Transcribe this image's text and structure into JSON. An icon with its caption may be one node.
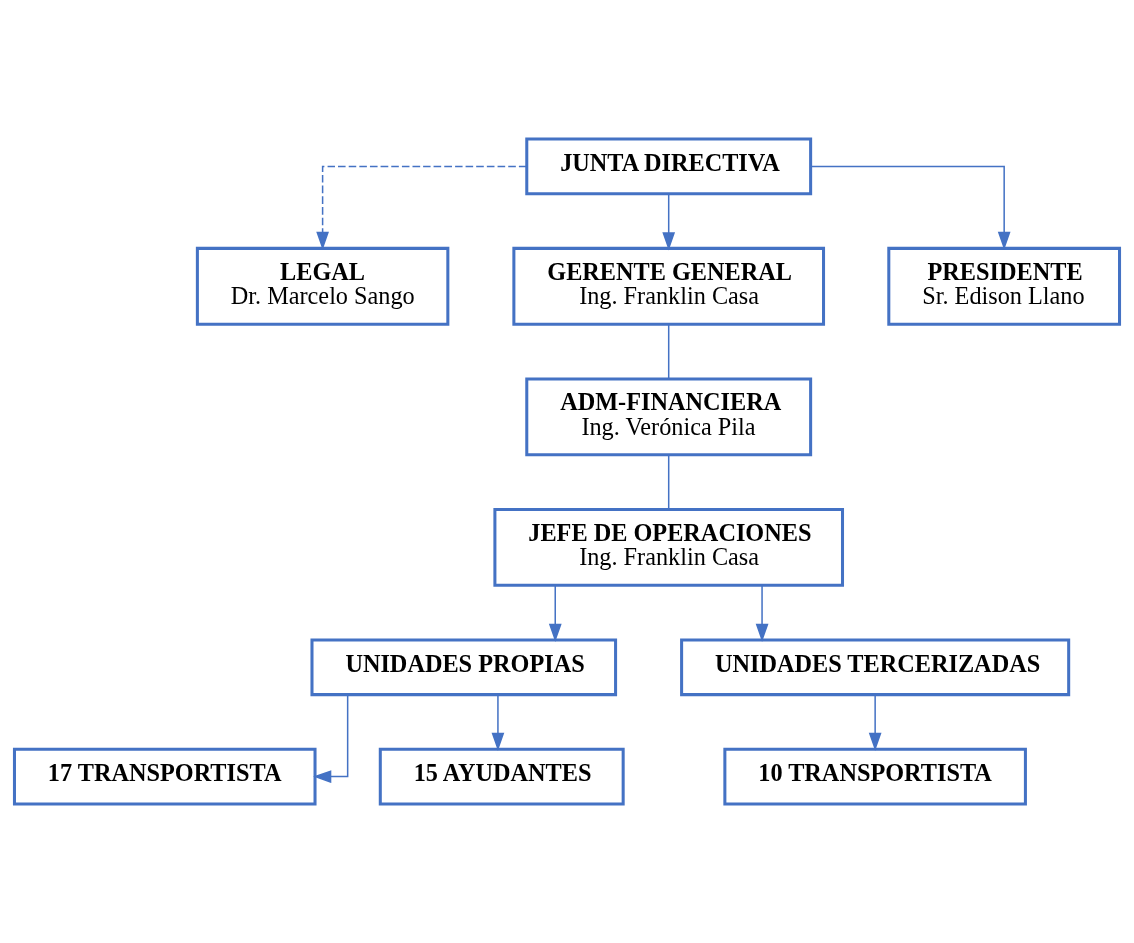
{
  "diagram": {
    "nodes": [
      {
        "text": [
          "JUNTA DIRECTIVA"
        ]
      },
      {
        "text": [
          "LEGAL",
          "Dr. Marcelo Sango"
        ]
      },
      {
        "text": [
          "GERENTE GENERAL",
          "Ing. Franklin Casa"
        ]
      },
      {
        "text": [
          "PRESIDENTE",
          "Sr. Edison Llano"
        ]
      },
      {
        "text": [
          "ADM-FINANCIERA",
          "Ing. Verónica Pila"
        ]
      },
      {
        "text": [
          "JEFE DE OPERACIONES",
          "Ing. Franklin Casa"
        ]
      },
      {
        "text": [
          "UNIDADES PROPIAS"
        ]
      },
      {
        "text": [
          "UNIDADES TERCERIZADAS"
        ]
      },
      {
        "text": [
          "17 TRANSPORTISTA"
        ]
      },
      {
        "text": [
          "15 AYUDANTES"
        ]
      },
      {
        "text": [
          "10 TRANSPORTISTA"
        ]
      }
    ],
    "edges": [
      {
        "from": 0,
        "to": 1,
        "arrow": "to",
        "style": "dashed"
      },
      {
        "from": 0,
        "to": 2,
        "arrow": "to"
      },
      {
        "from": 0,
        "to": 3,
        "arrow": "to"
      },
      {
        "from": 2,
        "to": 4,
        "arrow": "none"
      },
      {
        "from": 4,
        "to": 5,
        "arrow": "none"
      },
      {
        "from": 5,
        "to": 6,
        "arrow": "to"
      },
      {
        "from": 5,
        "to": 7,
        "arrow": "to"
      },
      {
        "from": 6,
        "to": 8,
        "arrow": "to"
      },
      {
        "from": 6,
        "to": 9,
        "arrow": "to"
      },
      {
        "from": 7,
        "to": 10,
        "arrow": "to"
      }
    ]
  }
}
